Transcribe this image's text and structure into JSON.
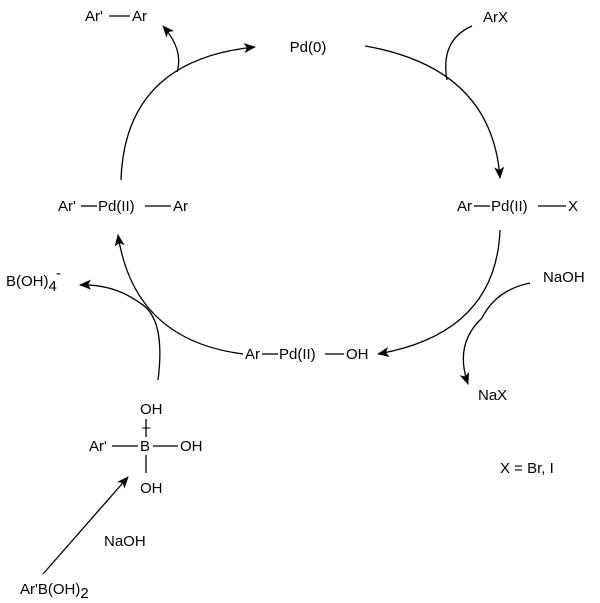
{
  "scheme": {
    "pd0": "Pd(0)",
    "arx": "ArX",
    "coupling_product": {
      "left": "Ar'",
      "right": "Ar"
    },
    "oxidative_addition_complex": {
      "left": "Ar",
      "center": "Pd(II)",
      "right": "X"
    },
    "diaryl_complex": {
      "left": "Ar'",
      "center": "Pd(II)",
      "right": "Ar"
    },
    "hydroxo_complex": {
      "left": "Ar",
      "center": "Pd(II)",
      "right": "OH"
    },
    "naoh_top": "NaOH",
    "nax": "NaX",
    "borate_byproduct": {
      "main": "B(OH)",
      "sub": "4",
      "sup": "-"
    },
    "boronate": {
      "aryl": "Ar'",
      "boron": "B",
      "charge": "–",
      "oh_top": "OH",
      "oh_right": "OH",
      "oh_bottom": "OH"
    },
    "naoh_bottom": "NaOH",
    "boronic_acid": {
      "main": "Ar'B(OH)",
      "sub": "2"
    },
    "halide_note": "X = Br, I"
  }
}
